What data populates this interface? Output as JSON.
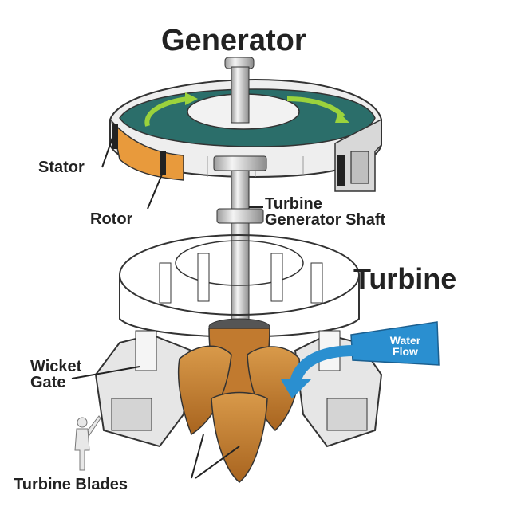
{
  "title": "Generator",
  "labels": {
    "stator": "Stator",
    "rotor": "Rotor",
    "shaft": "Turbine\nGenerator Shaft",
    "turbine": "Turbine",
    "wicket_gate": "Wicket\nGate",
    "turbine_blades": "Turbine Blades",
    "water_flow": "Water\nFlow"
  },
  "colors": {
    "rotor_orange": "#e89a3c",
    "blade_brown": "#c9853a",
    "water_blue": "#2a8fd0",
    "stator_teal": "#2b6e6a",
    "steel_gray": "#d9d9d9",
    "outline": "#333333"
  }
}
